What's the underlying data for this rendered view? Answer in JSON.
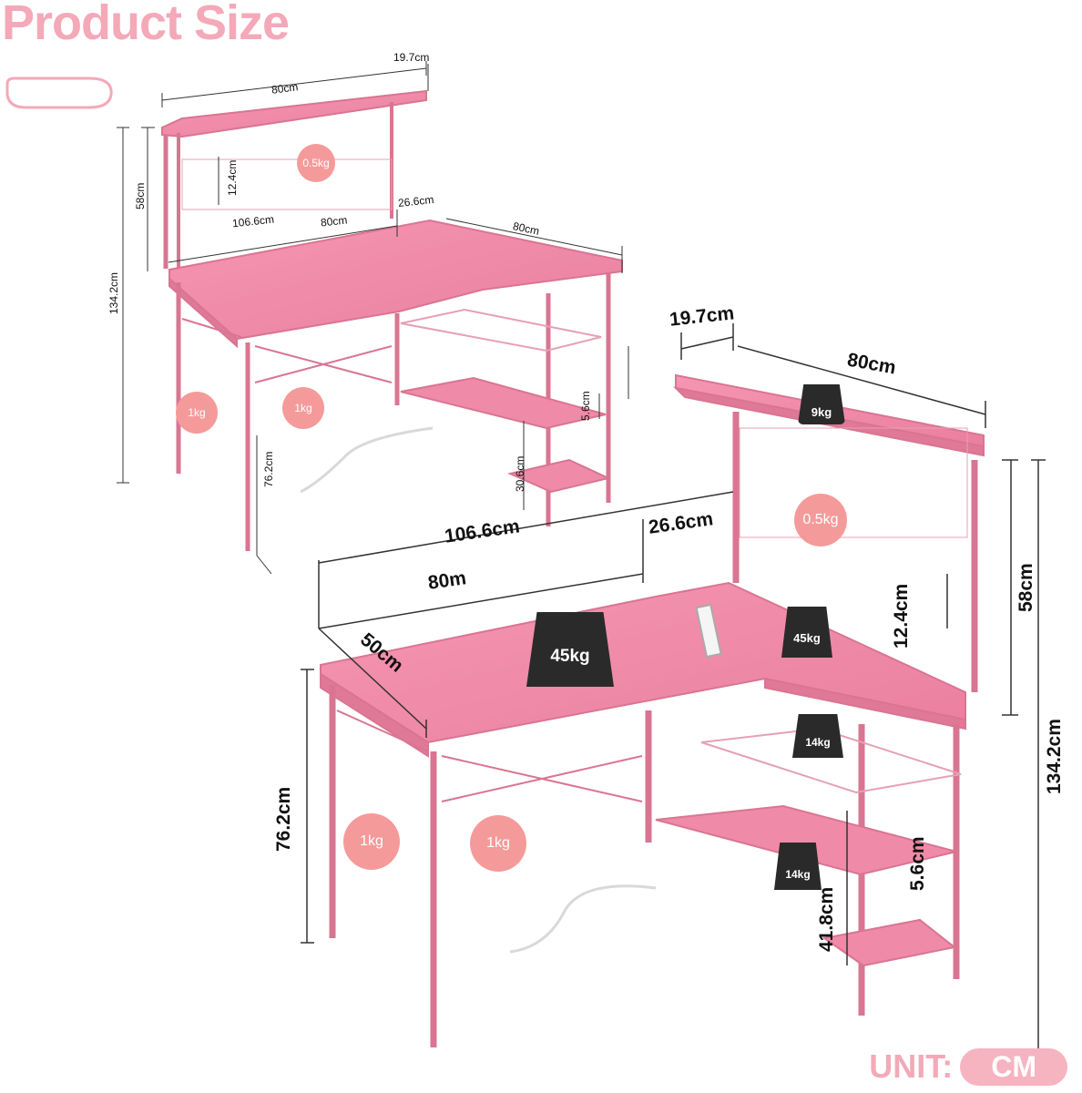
{
  "title": "Product Size",
  "colors": {
    "accent": "#f4a9b8",
    "desk_pink": "#f08aa8",
    "frame_pink": "#e9859f",
    "badge": "#f59a9a",
    "weight_block": "#2a2a2a"
  },
  "small_view": {
    "dimensions": {
      "hutch_width": "80cm",
      "hutch_depth": "19.7cm",
      "hutch_height": "58cm",
      "total_height": "134.2cm",
      "grid_height": "12.4cm",
      "long_side": "106.6cm",
      "desk_width": "80cm",
      "return_extension": "26.6cm",
      "return_length": "80cm",
      "desk_height": "76.2cm",
      "shelf_gap": "5.6cm",
      "lower_shelf": "30.6cm"
    },
    "load_badges": {
      "grid": "0.5kg",
      "cup_holder": "1kg",
      "hook": "1kg"
    }
  },
  "large_view": {
    "dimensions": {
      "hutch_depth": "19.7cm",
      "hutch_width": "80cm",
      "long_side": "106.6cm",
      "return_extension": "26.6cm",
      "desk_width": "80m",
      "desk_depth": "50cm",
      "desk_height": "76.2cm",
      "hutch_height": "58cm",
      "grid_height": "12.4cm",
      "total_height": "134.2cm",
      "shelf_gap": "5.6cm",
      "lower_shelf": "41.8cm"
    },
    "load_badges": {
      "grid": "0.5kg",
      "cup_holder": "1kg",
      "hook": "1kg"
    },
    "weights": {
      "hutch_top": "9kg",
      "desktop": "45kg",
      "corner": "45kg",
      "mesh_shelf": "14kg",
      "bottom_shelf": "14kg"
    }
  },
  "unit": {
    "label": "UNIT:",
    "value": "CM"
  }
}
